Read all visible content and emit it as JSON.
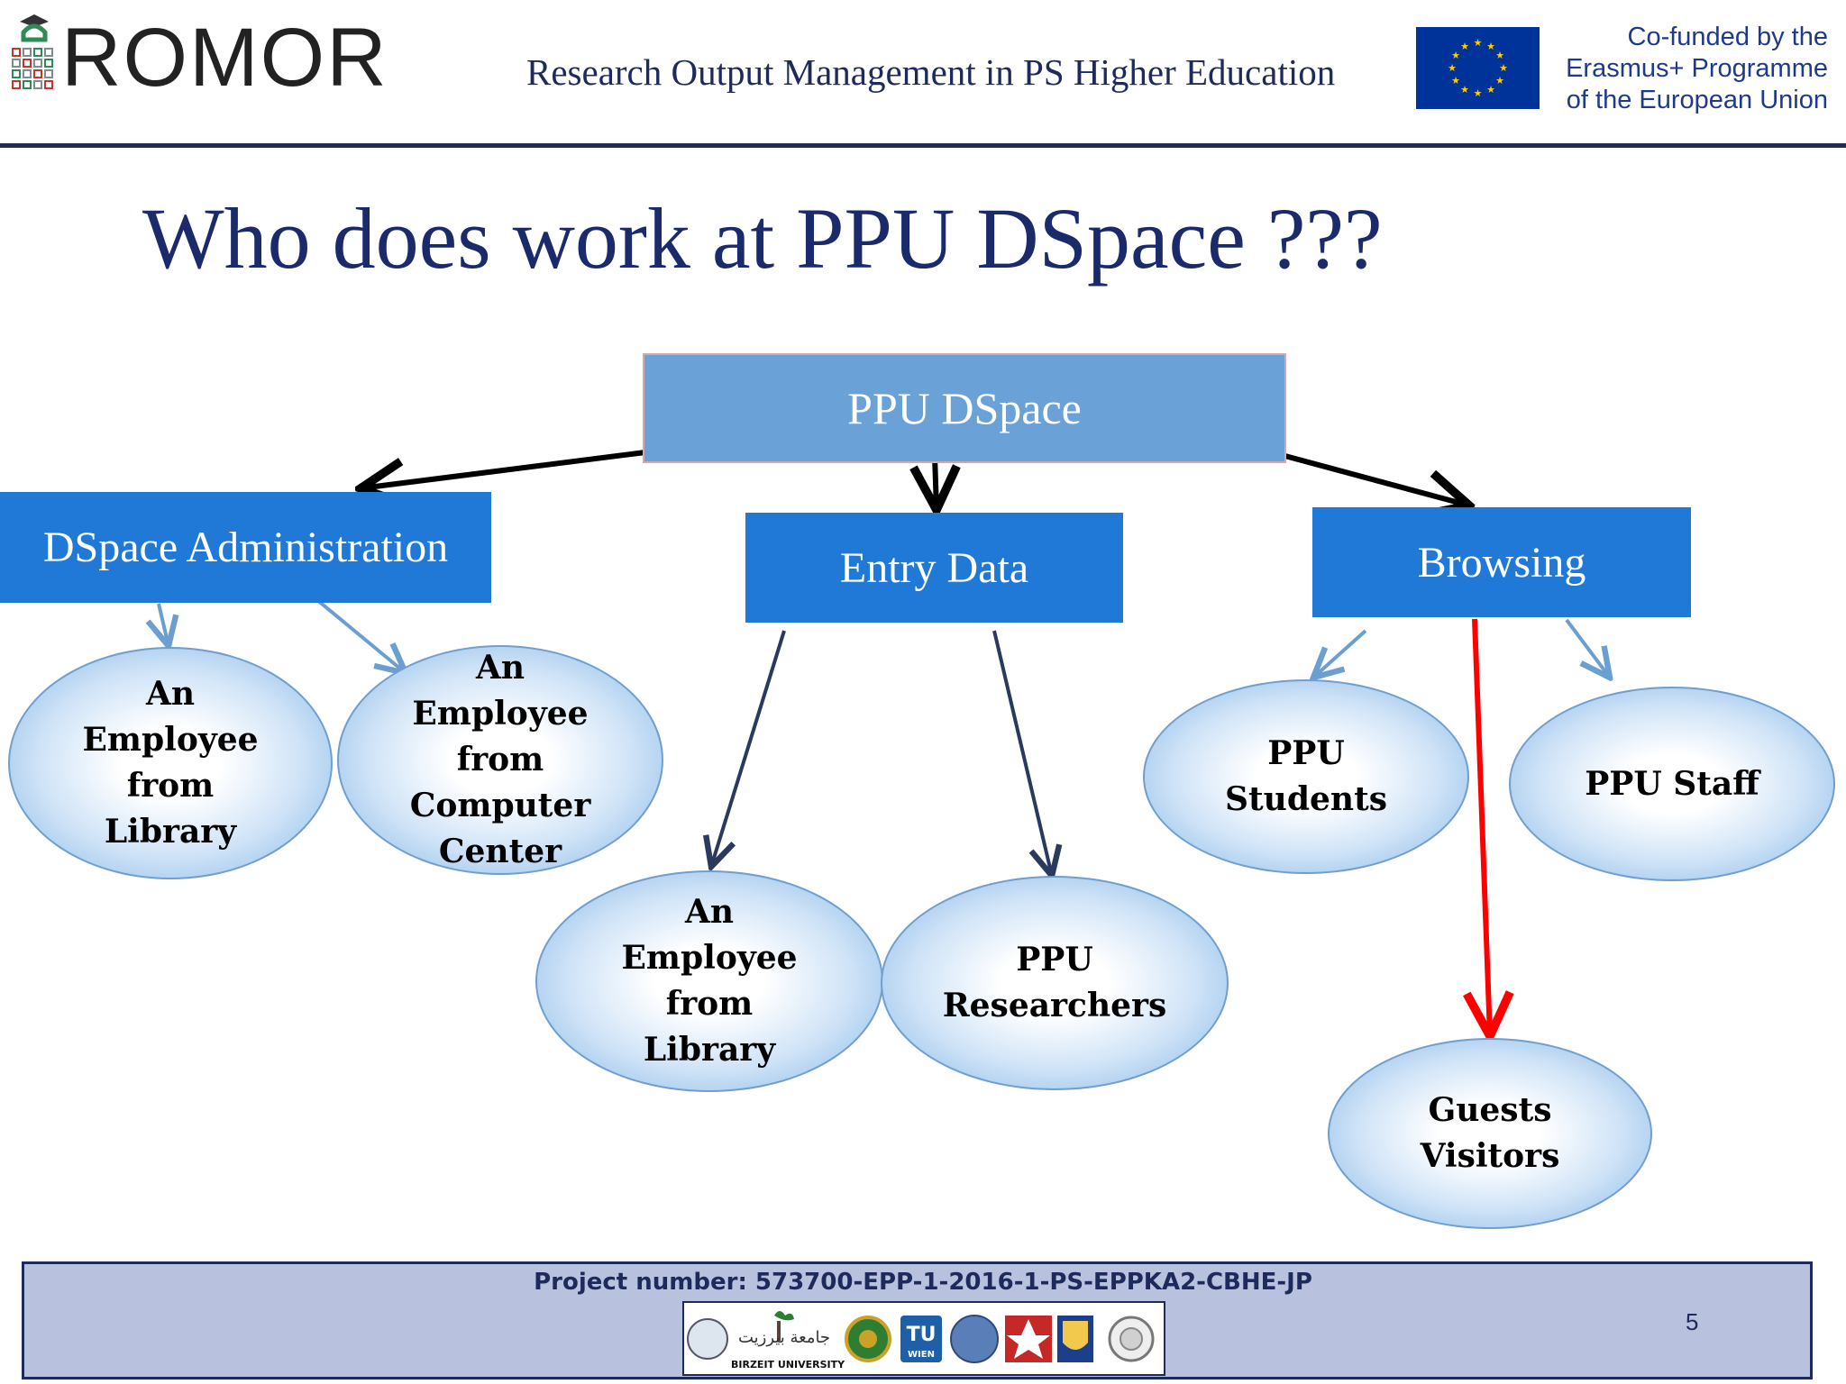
{
  "header": {
    "logo_text": "ROMOR",
    "title": "Research Output Management in PS Higher Education",
    "cofunded": [
      "Co-funded by the",
      "Erasmus+ Programme",
      "of the European Union"
    ]
  },
  "slide": {
    "title": "Who does work at PPU DSpace ???"
  },
  "diagram": {
    "root": "PPU DSpace",
    "categories": {
      "admin": "DSpace Administration",
      "entry": "Entry Data",
      "browse": "Browsing"
    },
    "admin_children": [
      [
        "An",
        "Employee",
        "from",
        "Library"
      ],
      [
        "An",
        "Employee",
        "from",
        "Computer",
        "Center"
      ]
    ],
    "entry_children": [
      [
        "An",
        "Employee",
        "from",
        "Library"
      ],
      [
        "PPU",
        "Researchers"
      ]
    ],
    "browse_children": [
      [
        "PPU",
        "Students"
      ],
      [
        "PPU Staff"
      ],
      [
        "Guests",
        "Visitors"
      ]
    ],
    "colors": {
      "root_box": "#6aa1d6",
      "category_box": "#2079d6",
      "arrow_black": "#000000",
      "arrow_blue": "#6a9fd0",
      "arrow_navy": "#2a3a5e",
      "arrow_red": "#ff0000"
    }
  },
  "footer": {
    "project_number": "Project number: 573700-EPP-1-2016-1-PS-EPPKA2-CBHE-JP",
    "page_number": "5",
    "logo_caption": "BIRZEIT UNIVERSITY"
  }
}
